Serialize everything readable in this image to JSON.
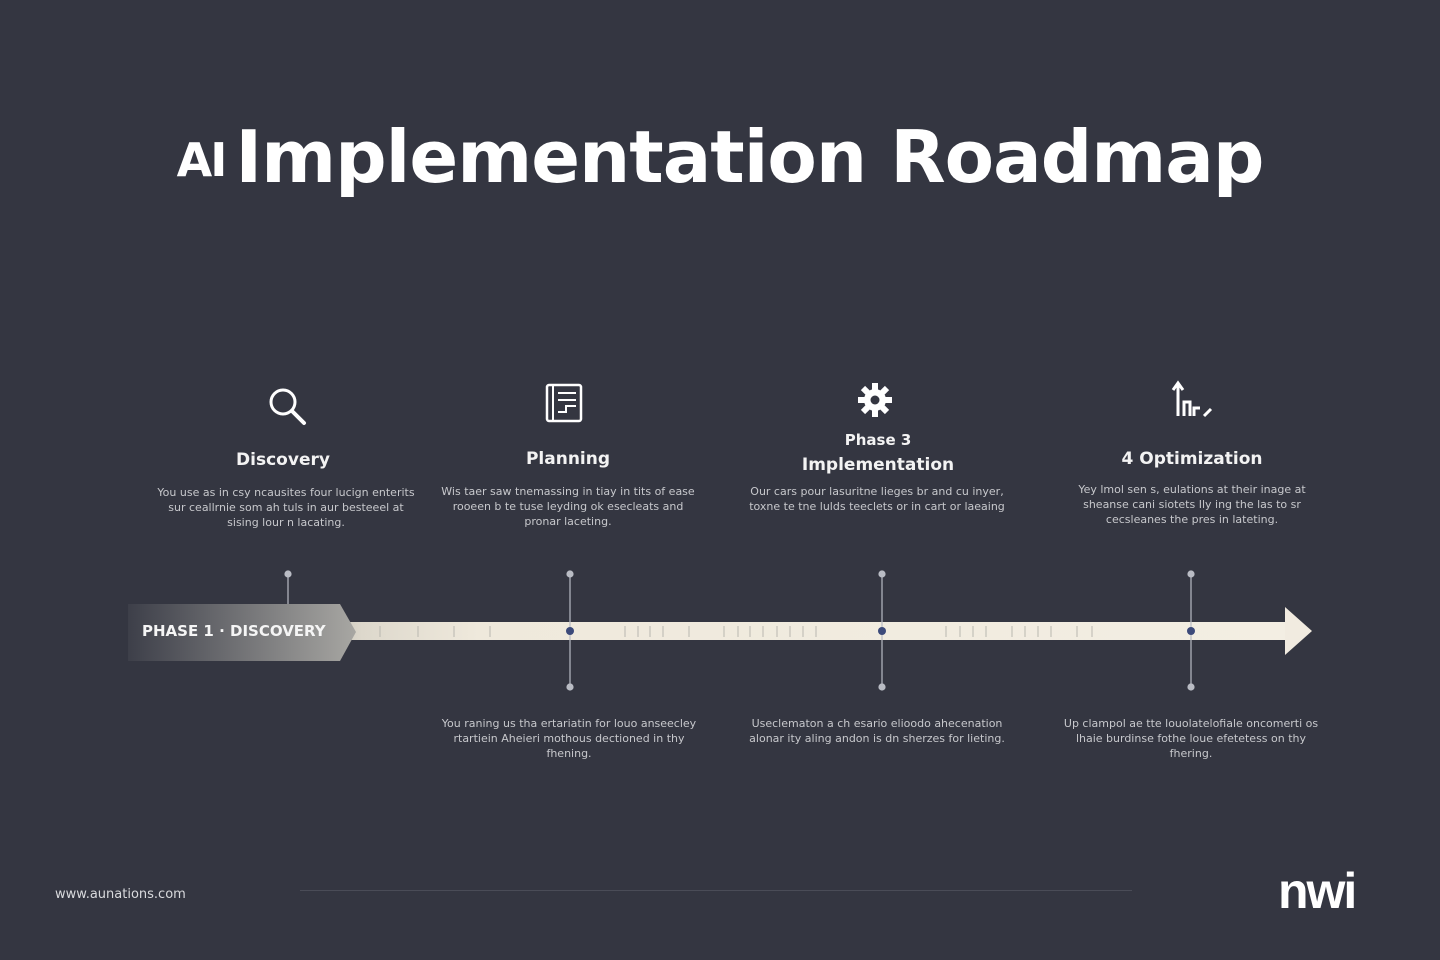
{
  "title": {
    "prefix": "AI",
    "main": "Implementation Roadmap"
  },
  "phases": [
    {
      "title_small": "",
      "title": "Discovery",
      "icon": "search-icon",
      "top_desc": "You use as in csy ncausites four lucign enterits sur ceallrnie som ah tuls in aur besteeel at sising lour n lacating."
    },
    {
      "title_small": "",
      "title": "Planning",
      "icon": "document-icon",
      "top_desc": "Wis taer saw tnemassing in tiay in tits of ease rooeen b te tuse leyding ok esecleats and pronar laceting.",
      "bottom_desc": "You raning us tha ertariatin for louo anseecley rtartiein Aheieri mothous dectioned in thy fhening."
    },
    {
      "title_small": "Phase 3",
      "title": "Implementation",
      "icon": "gear-icon",
      "top_desc": "Our cars pour lasuritne lieges br and cu inyer, toxne te tne lulds teeclets or in cart or laeaing",
      "bottom_desc": "Useclematon a ch esario elioodo ahecenation alonar ity aling andon is dn sherzes for lieting."
    },
    {
      "title_small": "",
      "title": "4 Optimization",
      "icon": "growth-arrow-icon",
      "top_desc": "Yey lmol sen s, eulations at their inage at sheanse cani siotets Ily ing the las to sr cecsleanes the pres in lateting.",
      "bottom_desc": "Up clampol ae tte louolatelofiale oncomerti os lhaie burdinse fothe loue efetetess on thy fhering."
    }
  ],
  "timeline": {
    "phase1_label": "PHASE 1 · DISCOVERY"
  },
  "footer": {
    "url": "www.aunations.com",
    "logo": "nwi"
  },
  "colors": {
    "background": "#343641",
    "arrow": "#efe9dc",
    "node": "#3c4a7a",
    "connector": "#b9bcc4"
  }
}
